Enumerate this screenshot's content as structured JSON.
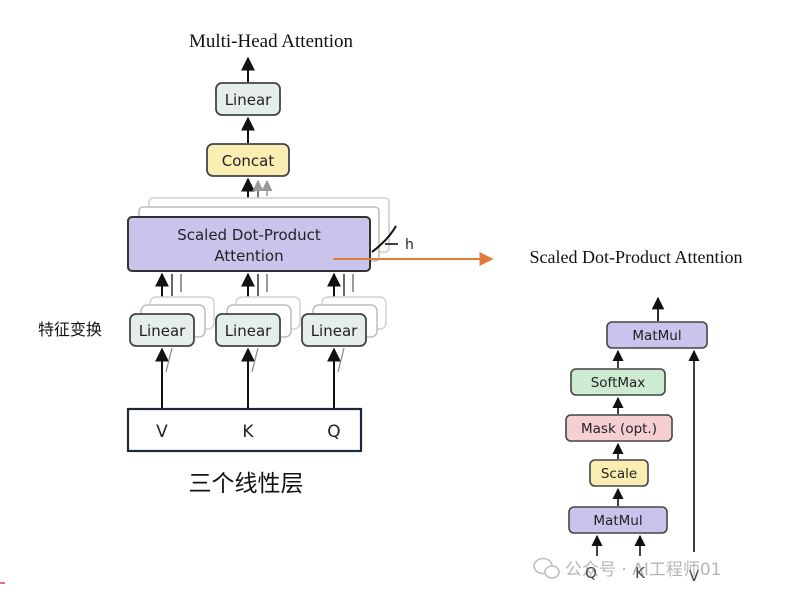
{
  "multihead": {
    "title": "Multi-Head Attention",
    "linear_top": "Linear",
    "concat": "Concat",
    "sdpa_box_line1": "Scaled Dot-Product",
    "sdpa_box_line2": "Attention",
    "heads_label": "h",
    "projection_label": "特征变换",
    "linear_v": "Linear",
    "linear_k": "Linear",
    "linear_q": "Linear",
    "input_v": "V",
    "input_k": "K",
    "input_q": "Q",
    "inputs_caption": "三个线性层"
  },
  "sdpa": {
    "title": "Scaled Dot-Product Attention",
    "matmul_top": "MatMul",
    "softmax": "SoftMax",
    "mask": "Mask (opt.)",
    "scale": "Scale",
    "matmul_bottom": "MatMul",
    "input_q": "Q",
    "input_k": "K",
    "input_v": "V"
  },
  "watermark": {
    "text": "公众号 · AI工程师01"
  },
  "colors": {
    "linear": "#e6eeea",
    "concat": "#fbeeb2",
    "sdpa_box": "#c8c4ec",
    "matmul": "#c8c4ec",
    "softmax": "#cdebd0",
    "mask": "#f6cfd3",
    "scale": "#fbeeb2",
    "link_arrow": "#e07b39"
  }
}
